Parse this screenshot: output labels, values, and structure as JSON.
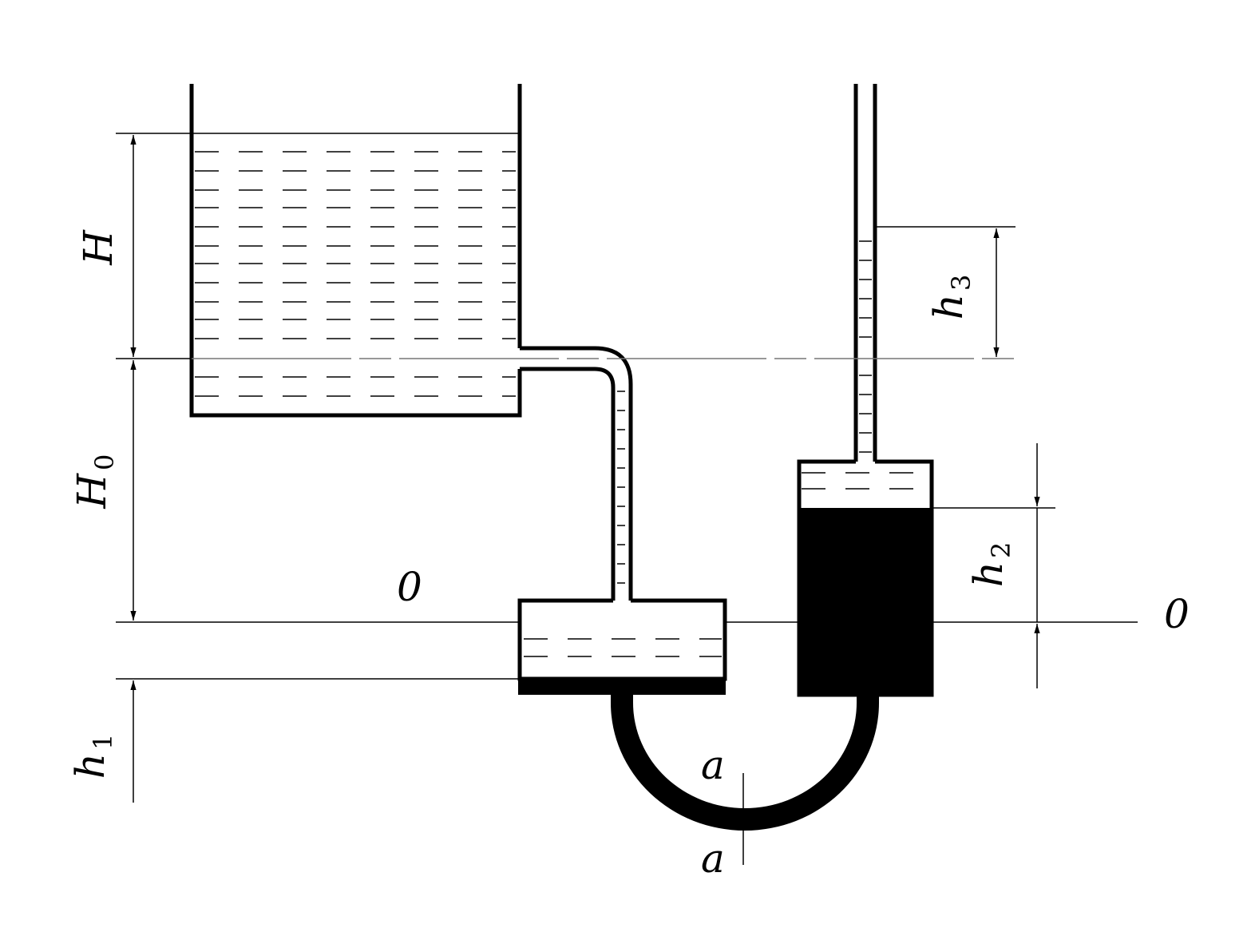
{
  "labels": {
    "H": "H",
    "H0_main": "H",
    "H0_sub": "0",
    "h1_main": "h",
    "h1_sub": "1",
    "h2_main": "h",
    "h2_sub": "2",
    "h3_main": "h",
    "h3_sub": "3",
    "datum_left": "0",
    "datum_right": "0",
    "section_top": "a",
    "section_bottom": "a"
  },
  "colors": {
    "line": "#000000",
    "thin_line": "#333333",
    "mercury": "#000000",
    "background": "#ffffff"
  }
}
